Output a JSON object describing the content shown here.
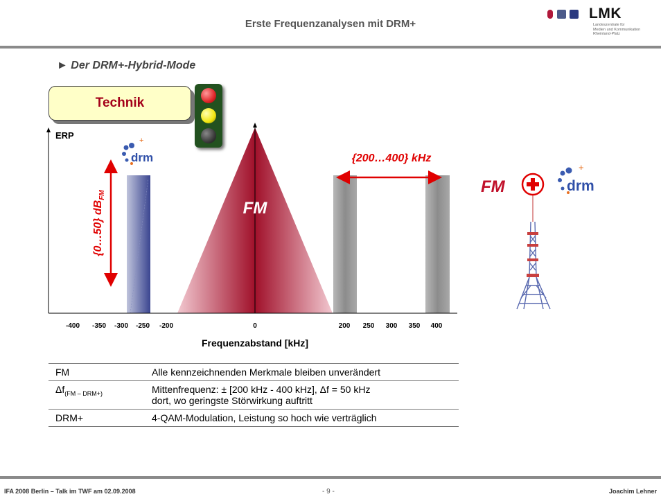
{
  "header": {
    "title": "Erste Frequenzanalysen mit DRM+"
  },
  "logo": {
    "name": "LMK",
    "subtitle": [
      "Landeszentrale für",
      "Medien und Kommunikation",
      "Rheinland-Pfalz"
    ],
    "square_colors": [
      "#b0183a",
      "#4c5a8a",
      "#2b3a80"
    ]
  },
  "bullet": "► Der DRM+-Hybrid-Mode",
  "technik_label": "Technik",
  "traffic_light": {
    "red": "#e0262a",
    "yellow": "#f2e610",
    "off": "#3a3a3a"
  },
  "diagram": {
    "y_label": "ERP",
    "x_title": "Frequenzabstand [kHz]",
    "x_ticks": [
      "-400",
      "-350",
      "-300",
      "-250",
      "-200",
      "0",
      "200",
      "250",
      "300",
      "350",
      "400"
    ],
    "fm_label": "FM",
    "range_label": "{200…400} kHz",
    "db_label": "{0…50} dB",
    "db_subscript": "FM",
    "drm_logo_text": "drm",
    "hybrid_fm": "FM",
    "colors": {
      "fm": "#a0102a",
      "drm_band": "#3a4590",
      "grey_band": "#8c8c8c",
      "arrow": "#e00000"
    }
  },
  "table": {
    "rows": [
      {
        "key": "FM",
        "key_sub": "",
        "value": "Alle kennzeichnenden Merkmale bleiben unverändert",
        "value2": ""
      },
      {
        "key": "Δf",
        "key_sub": "(FM – DRM+)",
        "value": "Mittenfrequenz: ± [200 kHz - 400 kHz], Δf = 50 kHz",
        "value2": "dort, wo geringste Störwirkung auftritt"
      },
      {
        "key": "DRM+",
        "key_sub": "",
        "value": "4-QAM-Modulation, Leistung so hoch wie verträglich",
        "value2": ""
      }
    ]
  },
  "footer": {
    "left": "IFA 2008 Berlin – Talk im TWF am 02.09.2008",
    "page": "- 9 -",
    "right": "Joachim Lehner"
  }
}
